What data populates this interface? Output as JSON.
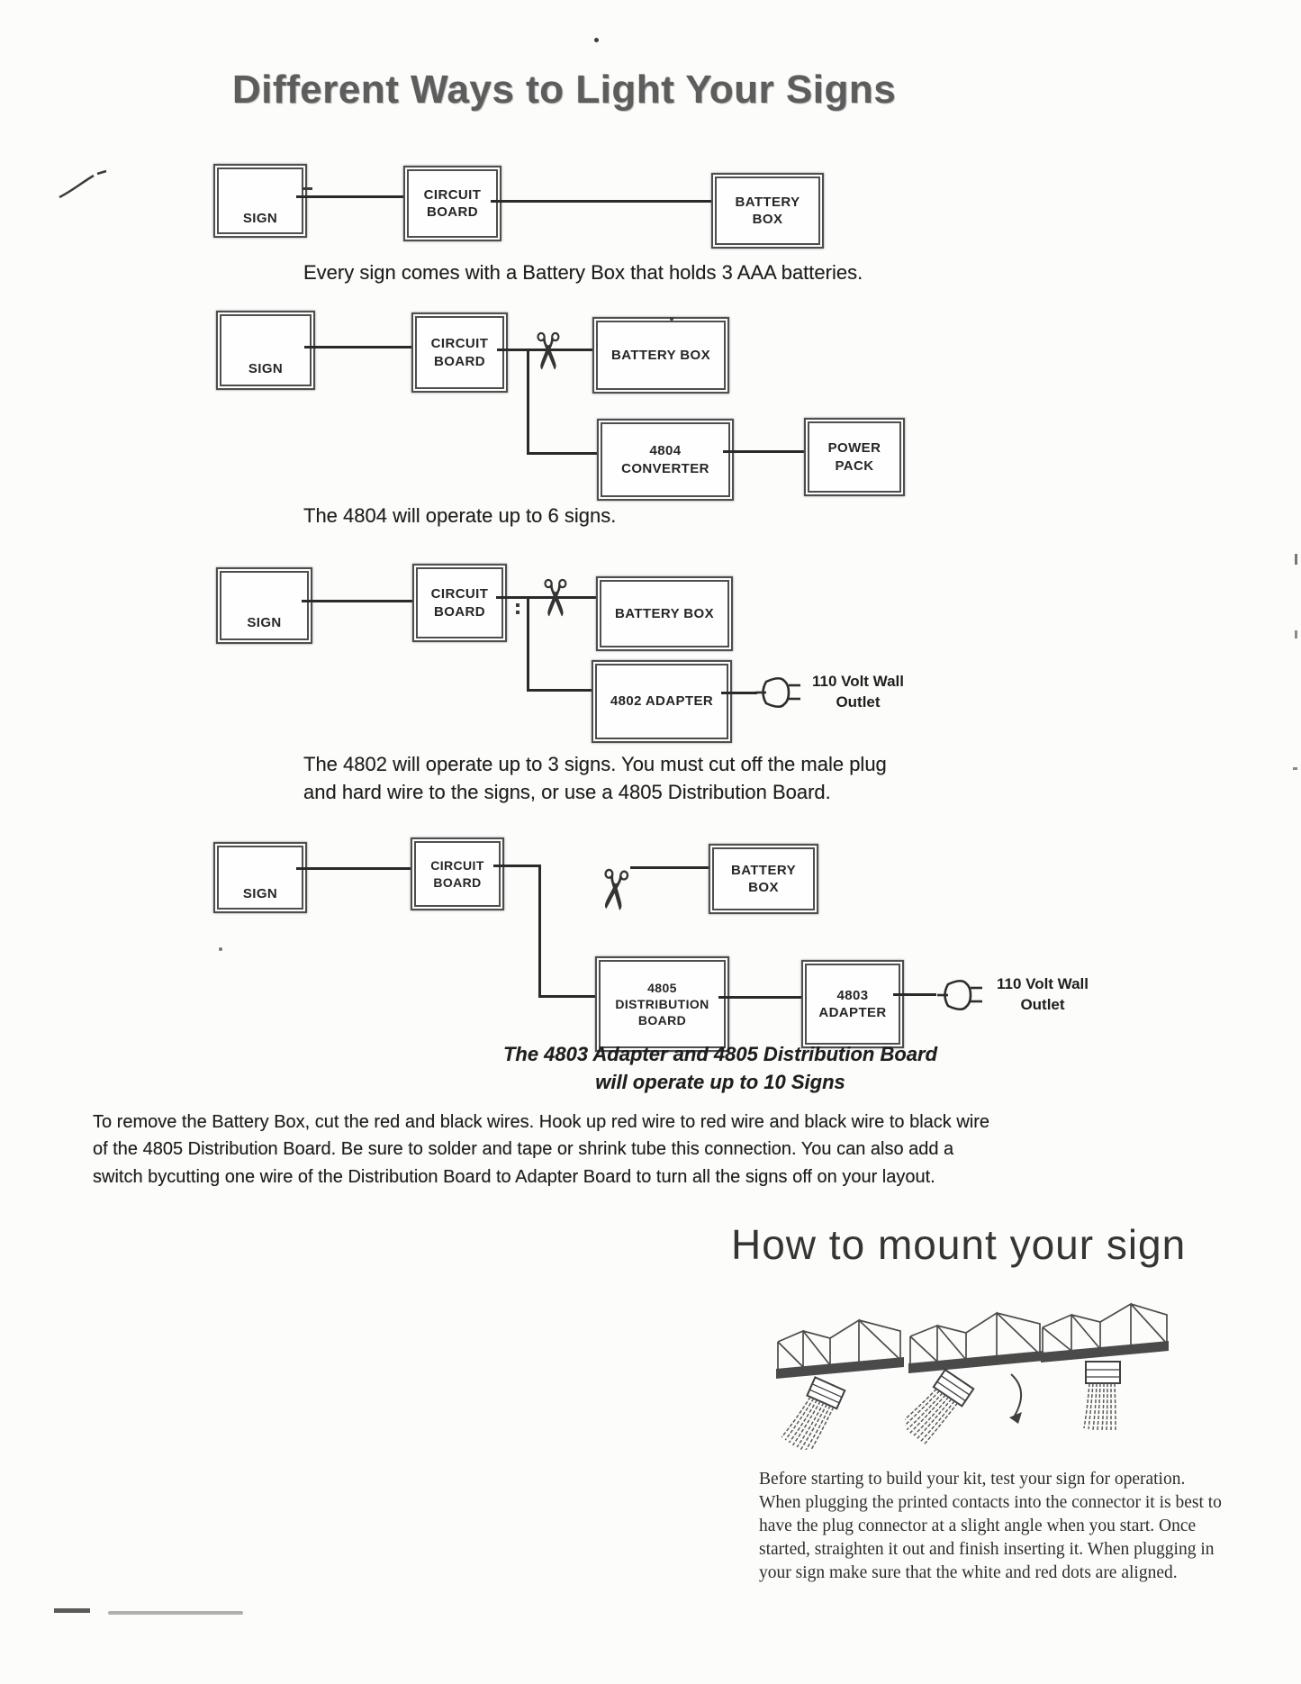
{
  "page_title": "Different Ways to Light Your Signs",
  "diagram1": {
    "sign": "SIGN",
    "circuit_board": "CIRCUIT\nBOARD",
    "battery_box": "BATTERY\nBOX",
    "caption": "Every sign comes with a Battery Box that holds 3 AAA batteries."
  },
  "diagram2": {
    "sign": "SIGN",
    "circuit_board": "CIRCUIT\nBOARD",
    "battery_box": "BATTERY BOX",
    "converter": "4804\nCONVERTER",
    "power_pack": "POWER\nPACK",
    "caption": "The 4804 will operate up to 6 signs."
  },
  "diagram3": {
    "sign": "SIGN",
    "circuit_board": "CIRCUIT\nBOARD",
    "battery_box": "BATTERY BOX",
    "adapter": "4802 ADAPTER",
    "wall_outlet": "110 Volt Wall\nOutlet",
    "caption": "The 4802 will operate up to 3 signs.  You must cut off the male plug\nand hard wire to the signs, or use a 4805 Distribution Board."
  },
  "diagram4": {
    "sign": "SIGN",
    "circuit_board": "CIRCUIT\nBOARD",
    "battery_box": "BATTERY\nBOX",
    "distribution_board": "4805\nDISTRIBUTION\nBOARD",
    "adapter": "4803\nADAPTER",
    "wall_outlet": "110 Volt Wall\nOutlet",
    "caption": "The  4803  Adapter and 4805 Distribution Board\nwill operate up to 10 Signs"
  },
  "wiring_note": "To remove the Battery Box, cut the red and black wires. Hook up red wire to red wire and black wire to black wire of the 4805 Distribution Board. Be sure to solder and tape or shrink tube this connection. You can also add a switch bycutting one wire of the Distribution Board to Adapter Board to turn all the signs off on your layout.",
  "mount_section": {
    "title": "How to mount your sign",
    "instructions": "Before starting to build your kit, test your sign for operation. When plugging the printed contacts into the connector it is best to have the plug connector at a slight angle when you start. Once started, straighten it out and finish inserting it. When plugging in your sign make sure that the white and red dots are aligned."
  },
  "icons": {
    "scissors": "✂"
  },
  "colors": {
    "ink": "#2a2a2a",
    "title_gray": "#5d5d5d",
    "paper": "#fcfcfa"
  }
}
